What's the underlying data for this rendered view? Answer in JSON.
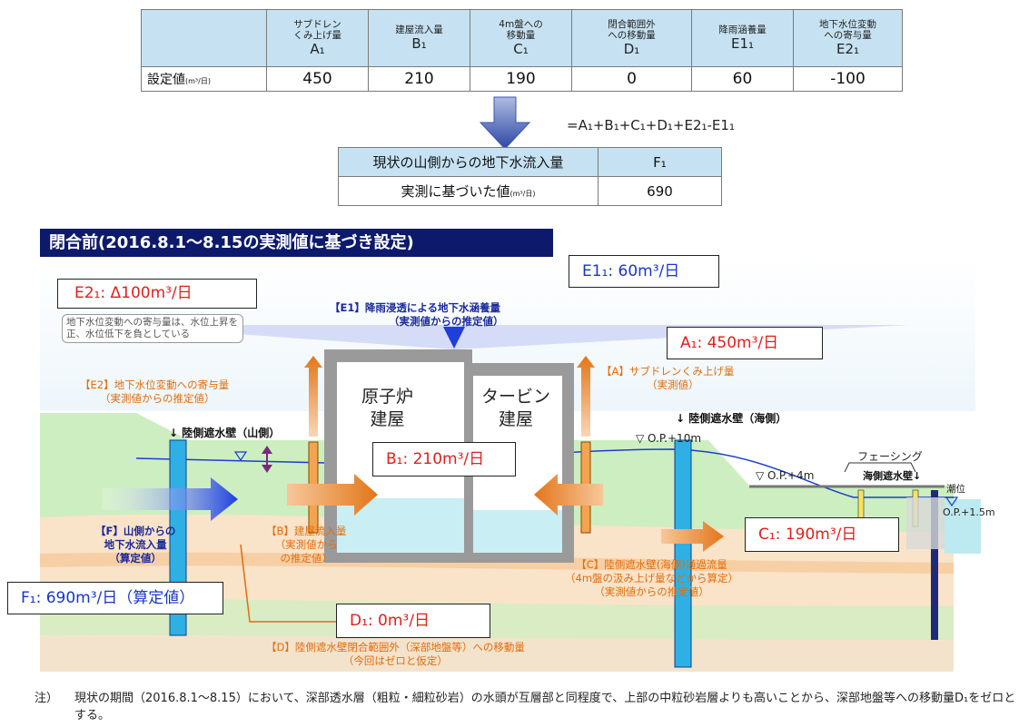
{
  "top_table": {
    "columns": [
      {
        "label_lines": [
          "サブドレン",
          "くみ上げ量"
        ],
        "symbol": "A₁"
      },
      {
        "label_lines": [
          "建屋流入量"
        ],
        "symbol": "B₁"
      },
      {
        "label_lines": [
          "4m盤への",
          "移動量"
        ],
        "symbol": "C₁"
      },
      {
        "label_lines": [
          "閉合範囲外",
          "への移動量"
        ],
        "symbol": "D₁"
      },
      {
        "label_lines": [
          "降雨涵養量"
        ],
        "symbol": "E1₁"
      },
      {
        "label_lines": [
          "地下水位変動",
          "への寄与量"
        ],
        "symbol": "E2₁"
      }
    ],
    "row_label": "設定値",
    "row_unit": "(m³/日)",
    "values": [
      "450",
      "210",
      "190",
      "0",
      "60",
      "-100"
    ]
  },
  "formula": "=A₁+B₁+C₁+D₁+E2₁-E1₁",
  "second_table": {
    "header_label": "現状の山側からの地下水流入量",
    "header_symbol": "F₁",
    "row_label": "実測に基づいた値",
    "row_unit": "(m³/日)",
    "value": "690"
  },
  "banner": "閉合前(2016.8.1～8.15の実測値に基づき設定)",
  "boxes": {
    "e2": "E2₁: Δ100m³/日",
    "e1": "E1₁: 60m³/日",
    "a1": "A₁: 450m³/日",
    "b1": "B₁: 210m³/日",
    "c1": "C₁: 190m³/日",
    "f1": "F₁: 690m³/日（算定値）",
    "d1": "D₁: 0m³/日"
  },
  "note_small": "地下水位変動への寄与量は、水位上昇を正、水位低下を負としている",
  "labels": {
    "e1_title": "【E1】降雨浸透による地下水涵養量",
    "e1_sub": "（実測値からの推定値）",
    "e2_title": "【E2】地下水位変動への寄与量",
    "e2_sub": "（実測値からの推定値）",
    "a_title": "【A】サブドレンくみ上げ量",
    "a_sub": "（実測値）",
    "reactor": [
      "原子炉",
      "建屋"
    ],
    "turbine": [
      "タービン",
      "建屋"
    ],
    "mountain_wall": "↓ 陸側遮水壁（山側）",
    "sea_wall": "↓ 陸側遮水壁（海側）",
    "op10": "▽ O.P.+10m",
    "op4": "▽ O.P.+4m",
    "facing": "フェーシング",
    "sea_wall2": "海側遮水壁↓",
    "tide": "潮位",
    "op15": "O.P.+1.5m",
    "f_lines": [
      "【F】山側からの",
      "地下水流入量",
      "（算定値）"
    ],
    "b_lines": [
      "【B】建屋流入量",
      "（実測値から",
      "の推定値）"
    ],
    "c_lines": [
      "【C】陸側遮水壁(海側)通過流量",
      "（4m盤の汲み上げ量などから算定）",
      "（実測値からの推定値）"
    ],
    "d_lines": [
      "【D】陸側遮水壁閉合範囲外（深部地盤等）への移動量",
      "（今回はゼロと仮定）"
    ]
  },
  "footnote": {
    "mark": "注）",
    "text": "現状の期間（2016.8.1～8.15）において、深部透水層（粗粒・細粒砂岩）の水頭が互層部と同程度で、上部の中粒砂岩層よりも高いことから、深部地盤等への移動量D₁をゼロとする。"
  },
  "colors": {
    "header_bg": "#c6e2f2",
    "banner_bg": "#0d1a6b",
    "orange": "#e36c0a",
    "blue_text": "#1637c8",
    "red_text": "#e0201c",
    "ground_green": "#cdeec0",
    "water": "#bde9f1"
  }
}
